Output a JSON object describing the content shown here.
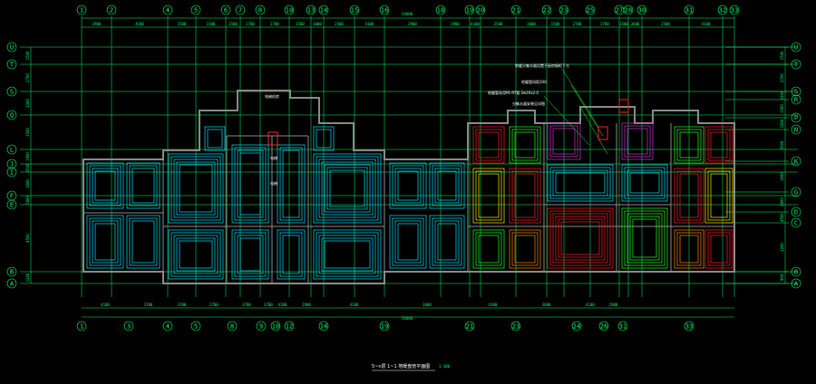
{
  "colors": {
    "background": "#000000",
    "grid": "#00ff66",
    "wall": "#8a8a8a",
    "heating_cyan": "#00e5ff",
    "heating_red": "#ff2020",
    "heating_green": "#22ff22",
    "heating_yellow": "#ffee00",
    "heating_magenta": "#cc33cc",
    "heating_orange": "#ff8800",
    "text": "#ffffff"
  },
  "axes": {
    "top": [
      "1",
      "2",
      "4",
      "5",
      "6",
      "7",
      "8",
      "10",
      "13",
      "14",
      "15",
      "16",
      "18",
      "19",
      "20",
      "21",
      "22",
      "23",
      "25",
      "27",
      "28",
      "30",
      "31",
      "32",
      "33"
    ],
    "bottom": [
      "1",
      "3",
      "4",
      "5",
      "8",
      "9",
      "10",
      "12",
      "14",
      "19",
      "21",
      "23",
      "24",
      "26",
      "31",
      "33"
    ],
    "left": [
      "U",
      "T",
      "S",
      "Q",
      "L",
      "J",
      "I",
      "F",
      "E",
      "B",
      "A"
    ],
    "right": [
      "U",
      "T",
      "S",
      "R",
      "P",
      "N",
      "K",
      "G",
      "D",
      "C",
      "B",
      "A"
    ]
  },
  "top_dims": [
    "2900",
    "4100",
    "2500",
    "1500",
    "1500",
    "2700",
    "2700",
    "1500",
    "3600",
    "2500",
    "4100",
    "2900",
    "2900",
    "4100",
    "2500",
    "3600",
    "1500",
    "2700",
    "2700",
    "1500",
    "3600",
    "2500",
    "4100"
  ],
  "top_total": "54600",
  "bottom_dims": [
    "4100",
    "3700",
    "3700",
    "2700",
    "3700",
    "3700",
    "4100",
    "2900",
    "4100",
    "3600",
    "4100",
    "3600",
    "4100",
    "2900"
  ],
  "bottom_total": "54600",
  "left_dims": [
    "1500",
    "2700",
    "3300",
    "1500",
    "1900",
    "3500",
    "1600",
    "1800",
    "4500",
    "1200",
    "900"
  ],
  "right_dims": [
    "1500",
    "2700",
    "3300",
    "1500",
    "1900",
    "3500",
    "1600",
    "1800",
    "4500",
    "1200",
    "900"
  ],
  "notes": [
    "地暖分集水器设置于厨房橱柜下方",
    "地暖管间距200",
    "地暖管采用PE-RT管 De20x2.0",
    "分集水器安装见详图"
  ],
  "center_labels": [
    "电梯机房",
    "电梯",
    "电梯"
  ],
  "title": "5~n层 1~1 地暖盘管平面图",
  "scale": "1:100"
}
